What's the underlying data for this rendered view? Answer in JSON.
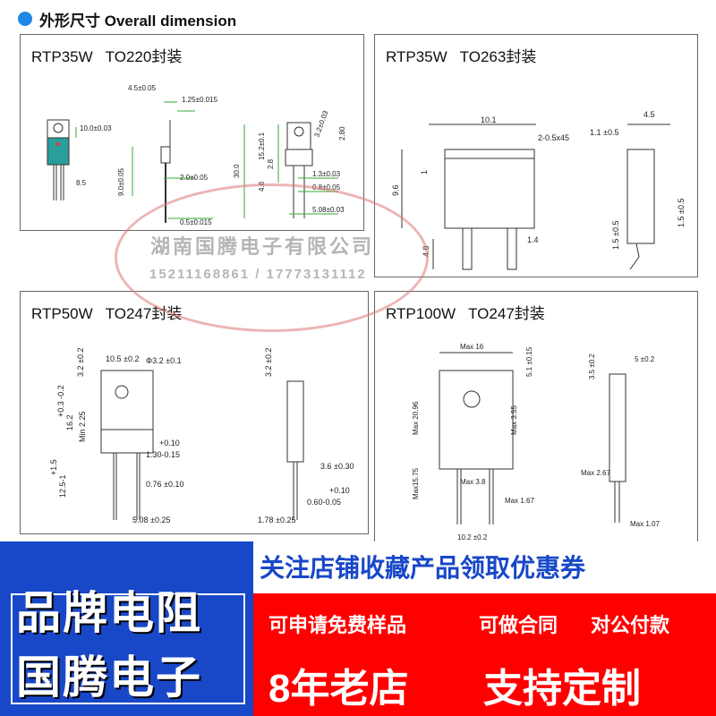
{
  "header": {
    "title": "外形尺寸 Overall dimension",
    "accent": "#1e88e5"
  },
  "panels": [
    {
      "model": "RTP35W",
      "package": "TO220封装",
      "dims": [
        "4.5±0.05",
        "1.25±0.015",
        "10.0±0.03",
        "8.5",
        "9.0±0.05",
        "2.0±0.05",
        "0.5±0.015",
        "30.0",
        "15.2±0.1",
        "4.8",
        "2.8",
        "3.2±0.03",
        "2.80",
        "1.3±0.03",
        "0.8±0.05",
        "5.08±0.03"
      ]
    },
    {
      "model": "RTP35W",
      "package": "TO263封装",
      "dims": [
        "10.1",
        "2-0.5x45",
        "1",
        "9.6",
        "4.8",
        "1.4",
        "4.5",
        "1.1 ±0.5",
        "1.5 ±0.5",
        "1.5 ±0.5"
      ]
    },
    {
      "model": "RTP50W",
      "package": "TO247封装",
      "dims": [
        "10.5 ±0.2",
        "Φ3.2 ±0.1",
        "3.2 ±0.2",
        "+0.3 -0.2",
        "16.2",
        "Min 2.25",
        "+0.10",
        "1.30-0.15",
        "+1.5",
        "12.5-1",
        "0.76 ±0.10",
        "5.08 ±0.25",
        "3.2 ±0.2",
        "3.6 ±0.30",
        "+0.10",
        "0.60-0.05",
        "1.78 ±0.25"
      ]
    },
    {
      "model": "RTP100W",
      "package": "TO247封装",
      "dims": [
        "Max 16",
        "5.1 ±0.15",
        "Max 20.96",
        "Max 3.55",
        "Max15.75",
        "Max 3.8",
        "Max 1.67",
        "10.2 ±0.2",
        "3.5 ±0.2",
        "5 ±0.2",
        "Max 2.67",
        "Max 1.07"
      ]
    }
  ],
  "watermark": {
    "company": "湖南国腾电子有限公司",
    "phones": "15211168861 / 17773131112"
  },
  "banner": {
    "left_line1": "品牌电阻",
    "left_line2": "国腾电子",
    "promo": "关注店铺收藏产品领取优惠券",
    "row2": [
      "可申请免费样品",
      "可做合同",
      "对公付款"
    ],
    "row3": [
      "8年老店",
      "支持定制"
    ],
    "colors": {
      "blue": "#1848c8",
      "red": "#ff0000"
    }
  }
}
